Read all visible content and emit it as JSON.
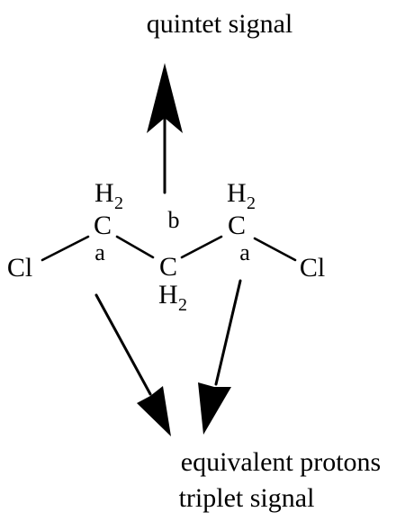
{
  "annotations": {
    "top": "quintet signal",
    "bottom_line1": "equivalent protons",
    "bottom_line2": "triplet signal"
  },
  "molecule": {
    "chlorine": "Cl",
    "carbon": "C",
    "hydrogen": "H",
    "hydrogen_count": "2",
    "label_a": "a",
    "label_b": "b"
  },
  "colors": {
    "ink": "#000000",
    "background": "#ffffff"
  }
}
